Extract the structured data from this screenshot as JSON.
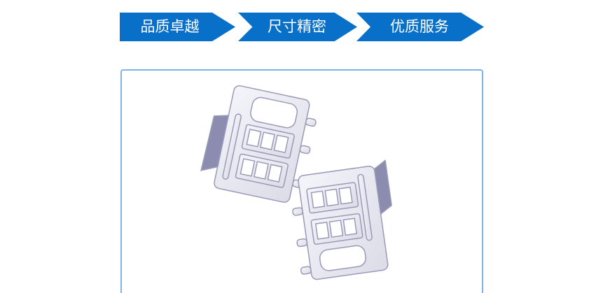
{
  "banners": [
    {
      "label": "品质卓越"
    },
    {
      "label": "尺寸精密"
    },
    {
      "label": "优质服务"
    }
  ],
  "colors": {
    "banner": "#0870c8",
    "frame": "#7fb3e6"
  },
  "product_image": {
    "icon": "metal-shield-clip-image"
  }
}
